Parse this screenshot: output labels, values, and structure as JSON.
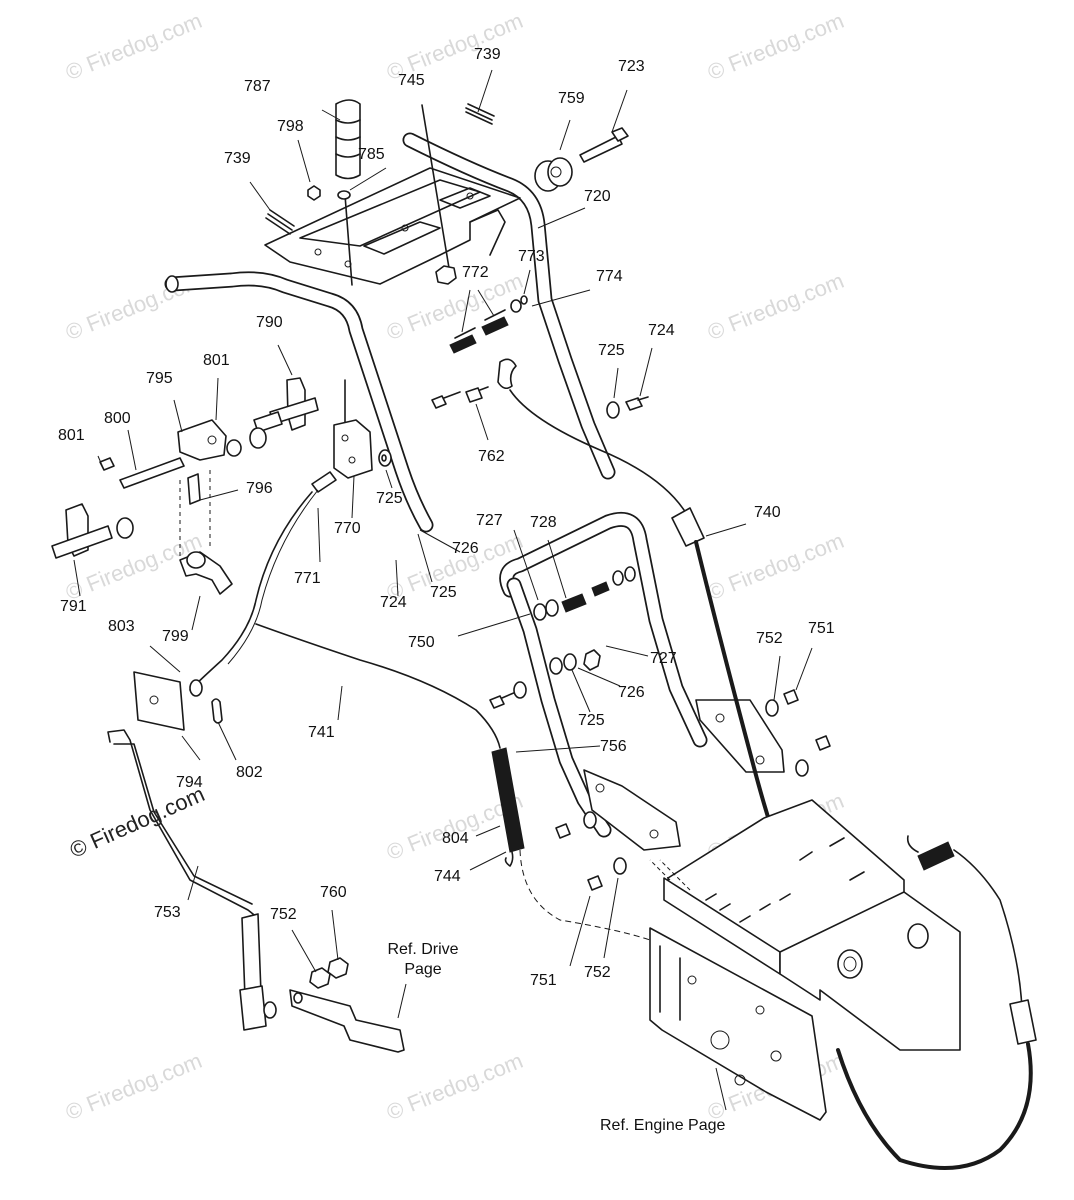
{
  "callouts": [
    {
      "id": "c739a",
      "text": "739"
    },
    {
      "id": "c745",
      "text": "745"
    },
    {
      "id": "c723",
      "text": "723"
    },
    {
      "id": "c787",
      "text": "787"
    },
    {
      "id": "c759",
      "text": "759"
    },
    {
      "id": "c798",
      "text": "798"
    },
    {
      "id": "c785",
      "text": "785"
    },
    {
      "id": "c739b",
      "text": "739"
    },
    {
      "id": "c720",
      "text": "720"
    },
    {
      "id": "c773",
      "text": "773"
    },
    {
      "id": "c772",
      "text": "772"
    },
    {
      "id": "c774",
      "text": "774"
    },
    {
      "id": "c790",
      "text": "790"
    },
    {
      "id": "c724a",
      "text": "724"
    },
    {
      "id": "c725a",
      "text": "725"
    },
    {
      "id": "c801a",
      "text": "801"
    },
    {
      "id": "c795",
      "text": "795"
    },
    {
      "id": "c800",
      "text": "800"
    },
    {
      "id": "c801b",
      "text": "801"
    },
    {
      "id": "c762",
      "text": "762"
    },
    {
      "id": "c796",
      "text": "796"
    },
    {
      "id": "c725b",
      "text": "725"
    },
    {
      "id": "c740",
      "text": "740"
    },
    {
      "id": "c770",
      "text": "770"
    },
    {
      "id": "c727a",
      "text": "727"
    },
    {
      "id": "c728",
      "text": "728"
    },
    {
      "id": "c726a",
      "text": "726"
    },
    {
      "id": "c771",
      "text": "771"
    },
    {
      "id": "c724b",
      "text": "724"
    },
    {
      "id": "c725c",
      "text": "725"
    },
    {
      "id": "c791",
      "text": "791"
    },
    {
      "id": "c750",
      "text": "750"
    },
    {
      "id": "c752a",
      "text": "752"
    },
    {
      "id": "c751a",
      "text": "751"
    },
    {
      "id": "c803",
      "text": "803"
    },
    {
      "id": "c799",
      "text": "799"
    },
    {
      "id": "c727b",
      "text": "727"
    },
    {
      "id": "c726b",
      "text": "726"
    },
    {
      "id": "c725d",
      "text": "725"
    },
    {
      "id": "c741",
      "text": "741"
    },
    {
      "id": "c756",
      "text": "756"
    },
    {
      "id": "c794",
      "text": "794"
    },
    {
      "id": "c802",
      "text": "802"
    },
    {
      "id": "c804",
      "text": "804"
    },
    {
      "id": "c744",
      "text": "744"
    },
    {
      "id": "c753",
      "text": "753"
    },
    {
      "id": "c760",
      "text": "760"
    },
    {
      "id": "c752b",
      "text": "752"
    },
    {
      "id": "c751b",
      "text": "751"
    },
    {
      "id": "c752c",
      "text": "752"
    }
  ],
  "references": {
    "drive": "Ref. Drive\nPage",
    "engine": "Ref. Engine Page"
  },
  "watermark": {
    "text": "© Firedog.com",
    "foreground_text": "© Firedog.com"
  }
}
